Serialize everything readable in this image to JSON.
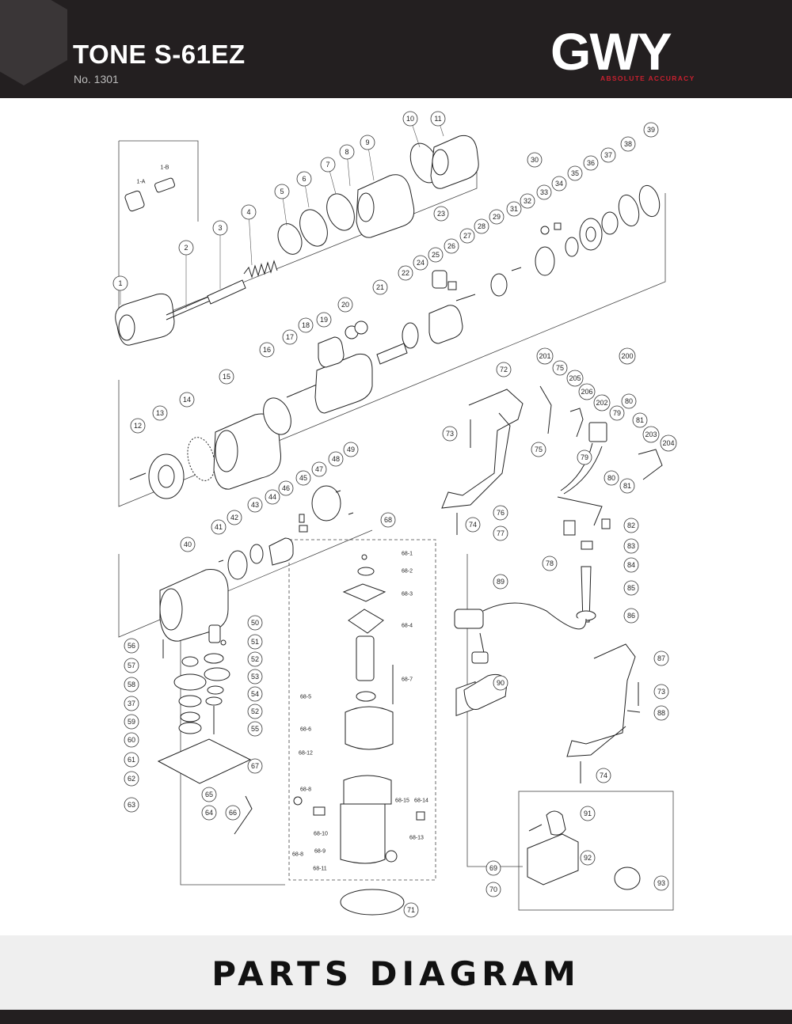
{
  "header": {
    "title": "TONE S-61EZ",
    "subtitle": "No. 1301",
    "logo_text": "GWY",
    "tagline": "ABSOLUTE ACCURACY"
  },
  "footer": {
    "title": "PARTS DIAGRAM"
  },
  "colors": {
    "header_bg": "#231f20",
    "logo_accent": "#c8202f",
    "footer_bg": "#efefef"
  },
  "diagram": {
    "callouts": [
      {
        "id": "c1",
        "label": "1"
      },
      {
        "id": "c2",
        "label": "2"
      },
      {
        "id": "c3",
        "label": "3"
      },
      {
        "id": "c4",
        "label": "4"
      },
      {
        "id": "c5",
        "label": "5"
      },
      {
        "id": "c6",
        "label": "6"
      },
      {
        "id": "c7",
        "label": "7"
      },
      {
        "id": "c8",
        "label": "8"
      },
      {
        "id": "c9",
        "label": "9"
      },
      {
        "id": "c10",
        "label": "10"
      },
      {
        "id": "c11",
        "label": "11"
      },
      {
        "id": "c12",
        "label": "12"
      },
      {
        "id": "c13",
        "label": "13"
      },
      {
        "id": "c14",
        "label": "14"
      },
      {
        "id": "c15",
        "label": "15"
      },
      {
        "id": "c16",
        "label": "16"
      },
      {
        "id": "c17",
        "label": "17"
      },
      {
        "id": "c18",
        "label": "18"
      },
      {
        "id": "c19",
        "label": "19"
      },
      {
        "id": "c20",
        "label": "20"
      },
      {
        "id": "c21",
        "label": "21"
      },
      {
        "id": "c22",
        "label": "22"
      },
      {
        "id": "c23",
        "label": "23"
      },
      {
        "id": "c24",
        "label": "24"
      },
      {
        "id": "c25",
        "label": "25"
      },
      {
        "id": "c26",
        "label": "26"
      },
      {
        "id": "c27",
        "label": "27"
      },
      {
        "id": "c28",
        "label": "28"
      },
      {
        "id": "c29",
        "label": "29"
      },
      {
        "id": "c30",
        "label": "30"
      },
      {
        "id": "c31",
        "label": "31"
      },
      {
        "id": "c32",
        "label": "32"
      },
      {
        "id": "c33",
        "label": "33"
      },
      {
        "id": "c34",
        "label": "34"
      },
      {
        "id": "c35",
        "label": "35"
      },
      {
        "id": "c36",
        "label": "36"
      },
      {
        "id": "c37",
        "label": "37"
      },
      {
        "id": "c38",
        "label": "38"
      },
      {
        "id": "c39",
        "label": "39"
      },
      {
        "id": "c40",
        "label": "40"
      },
      {
        "id": "c41",
        "label": "41"
      },
      {
        "id": "c42",
        "label": "42"
      },
      {
        "id": "c43",
        "label": "43"
      },
      {
        "id": "c44",
        "label": "44"
      },
      {
        "id": "c45",
        "label": "45"
      },
      {
        "id": "c46",
        "label": "46"
      },
      {
        "id": "c47",
        "label": "47"
      },
      {
        "id": "c48",
        "label": "48"
      },
      {
        "id": "c49",
        "label": "49"
      },
      {
        "id": "c50",
        "label": "50"
      },
      {
        "id": "c51",
        "label": "51"
      },
      {
        "id": "c52a",
        "label": "52"
      },
      {
        "id": "c53",
        "label": "53"
      },
      {
        "id": "c54",
        "label": "54"
      },
      {
        "id": "c52b",
        "label": "52"
      },
      {
        "id": "c55",
        "label": "55"
      },
      {
        "id": "c56",
        "label": "56"
      },
      {
        "id": "c57",
        "label": "57"
      },
      {
        "id": "c58",
        "label": "58"
      },
      {
        "id": "c37b",
        "label": "37"
      },
      {
        "id": "c59",
        "label": "59"
      },
      {
        "id": "c60",
        "label": "60"
      },
      {
        "id": "c61",
        "label": "61"
      },
      {
        "id": "c62",
        "label": "62"
      },
      {
        "id": "c63",
        "label": "63"
      },
      {
        "id": "c64",
        "label": "64"
      },
      {
        "id": "c65",
        "label": "65"
      },
      {
        "id": "c66",
        "label": "66"
      },
      {
        "id": "c67",
        "label": "67"
      },
      {
        "id": "c68",
        "label": "68"
      },
      {
        "id": "c68_1",
        "label": "68-1"
      },
      {
        "id": "c68_2",
        "label": "68-2"
      },
      {
        "id": "c68_3",
        "label": "68-3"
      },
      {
        "id": "c68_4",
        "label": "68-4"
      },
      {
        "id": "c68_7",
        "label": "68-7"
      },
      {
        "id": "c68_5",
        "label": "68-5"
      },
      {
        "id": "c68_6",
        "label": "68-6"
      },
      {
        "id": "c68_12",
        "label": "68-12"
      },
      {
        "id": "c68_8a",
        "label": "68-8"
      },
      {
        "id": "c68_15",
        "label": "68-15"
      },
      {
        "id": "c68_14",
        "label": "68-14"
      },
      {
        "id": "c68_13",
        "label": "68-13"
      },
      {
        "id": "c68_10",
        "label": "68-10"
      },
      {
        "id": "c68_9",
        "label": "68-9"
      },
      {
        "id": "c68_8b",
        "label": "68-8"
      },
      {
        "id": "c68_11",
        "label": "68-11"
      },
      {
        "id": "c69",
        "label": "69"
      },
      {
        "id": "c70",
        "label": "70"
      },
      {
        "id": "c71",
        "label": "71"
      },
      {
        "id": "c72",
        "label": "72"
      },
      {
        "id": "c73a",
        "label": "73"
      },
      {
        "id": "c74a",
        "label": "74"
      },
      {
        "id": "c75a",
        "label": "75"
      },
      {
        "id": "c75b",
        "label": "75"
      },
      {
        "id": "c76",
        "label": "76"
      },
      {
        "id": "c77",
        "label": "77"
      },
      {
        "id": "c78",
        "label": "78"
      },
      {
        "id": "c79a",
        "label": "79"
      },
      {
        "id": "c79b",
        "label": "79"
      },
      {
        "id": "c80a",
        "label": "80"
      },
      {
        "id": "c80b",
        "label": "80"
      },
      {
        "id": "c81a",
        "label": "81"
      },
      {
        "id": "c81b",
        "label": "81"
      },
      {
        "id": "c82",
        "label": "82"
      },
      {
        "id": "c83",
        "label": "83"
      },
      {
        "id": "c84",
        "label": "84"
      },
      {
        "id": "c85",
        "label": "85"
      },
      {
        "id": "c86",
        "label": "86"
      },
      {
        "id": "c87",
        "label": "87"
      },
      {
        "id": "c73b",
        "label": "73"
      },
      {
        "id": "c88",
        "label": "88"
      },
      {
        "id": "c74b",
        "label": "74"
      },
      {
        "id": "c89",
        "label": "89"
      },
      {
        "id": "c90",
        "label": "90"
      },
      {
        "id": "c91",
        "label": "91"
      },
      {
        "id": "c92",
        "label": "92"
      },
      {
        "id": "c93",
        "label": "93"
      },
      {
        "id": "c200",
        "label": "200"
      },
      {
        "id": "c201",
        "label": "201"
      },
      {
        "id": "c202",
        "label": "202"
      },
      {
        "id": "c203",
        "label": "203"
      },
      {
        "id": "c204",
        "label": "204"
      },
      {
        "id": "c205",
        "label": "205"
      },
      {
        "id": "c206",
        "label": "206"
      }
    ],
    "small_labels": [
      {
        "id": "s1a",
        "label": "1-A"
      },
      {
        "id": "s1b",
        "label": "1-B"
      }
    ]
  }
}
